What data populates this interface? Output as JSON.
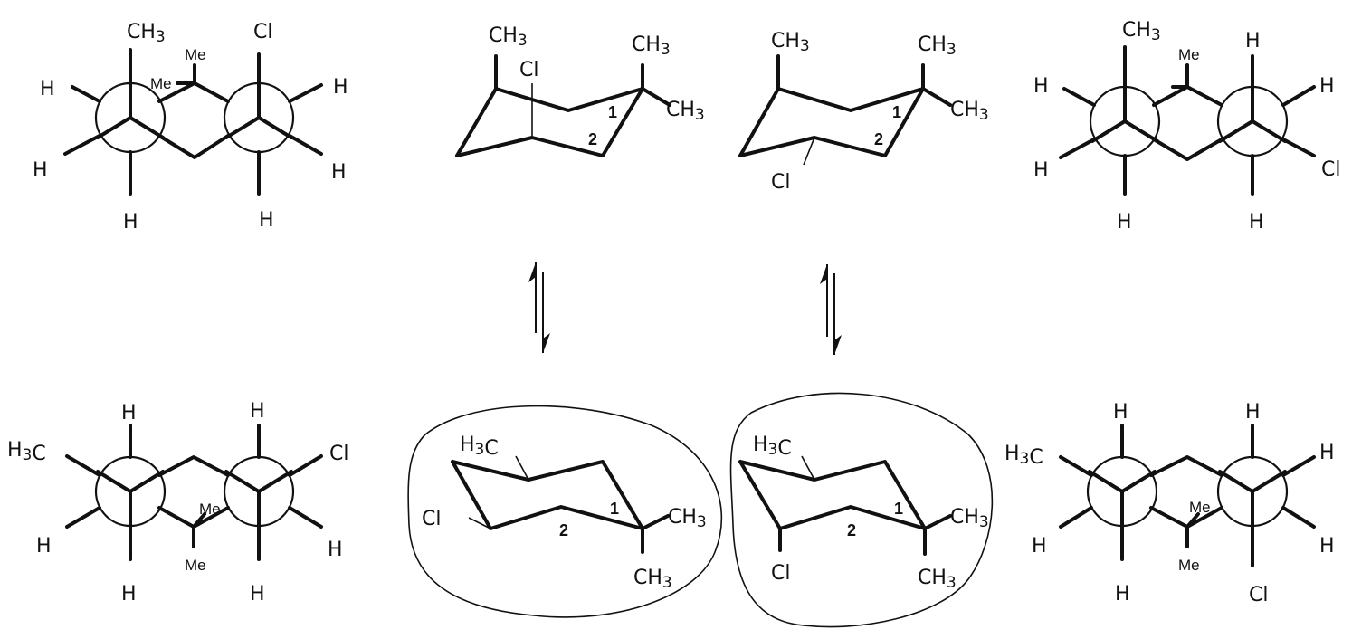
{
  "colors": {
    "ink": "#111111",
    "background": "#ffffff"
  },
  "top_left": {
    "ch3": "CH3",
    "cl": "Cl",
    "me_top": "Me",
    "me_side": "Me",
    "h_ul": "H",
    "h_ml": "H",
    "h_bl": "H",
    "h_ur": "H",
    "h_mr": "H",
    "h_br": "H"
  },
  "top_chair_a": {
    "ch3_top": "CH3",
    "cl": "Cl",
    "ch3_right_up": "CH3",
    "ch3_right": "CH3",
    "c1": "1",
    "c2": "2"
  },
  "top_chair_b": {
    "ch3_top": "CH3",
    "cl": "Cl",
    "ch3_right_up": "CH3",
    "ch3_right": "CH3",
    "c1": "1",
    "c2": "2"
  },
  "top_right": {
    "ch3": "CH3",
    "me": "Me",
    "cl": "Cl",
    "h_ul": "H",
    "h_ml": "H",
    "h_bl": "H",
    "h_top": "H",
    "h_ur": "H",
    "h_br": "H"
  },
  "bottom_left": {
    "h3c": "H3C",
    "cl": "Cl",
    "me_in": "Me",
    "me_out": "Me",
    "h_top_l": "H",
    "h_top_r": "H",
    "h_ml": "H",
    "h_bl": "H",
    "h_mr": "H",
    "h_br": "H"
  },
  "bottom_chair_a": {
    "h3c": "H3C",
    "cl": "Cl",
    "ch3_right": "CH3",
    "ch3_down": "CH3",
    "c1": "1",
    "c2": "2"
  },
  "bottom_chair_b": {
    "h3c": "H3C",
    "cl": "Cl",
    "ch3_right": "CH3",
    "ch3_down": "CH3",
    "c1": "1",
    "c2": "2"
  },
  "bottom_right": {
    "h3c": "H3C",
    "me": "Me",
    "cl": "Cl",
    "h_top_l": "H",
    "h_top_r": "H",
    "h_ml": "H",
    "h_bl": "H",
    "h_ur": "H",
    "h_mr": "H"
  },
  "arrows": {
    "left": "equilibrium-arrows",
    "right": "equilibrium-arrows"
  }
}
